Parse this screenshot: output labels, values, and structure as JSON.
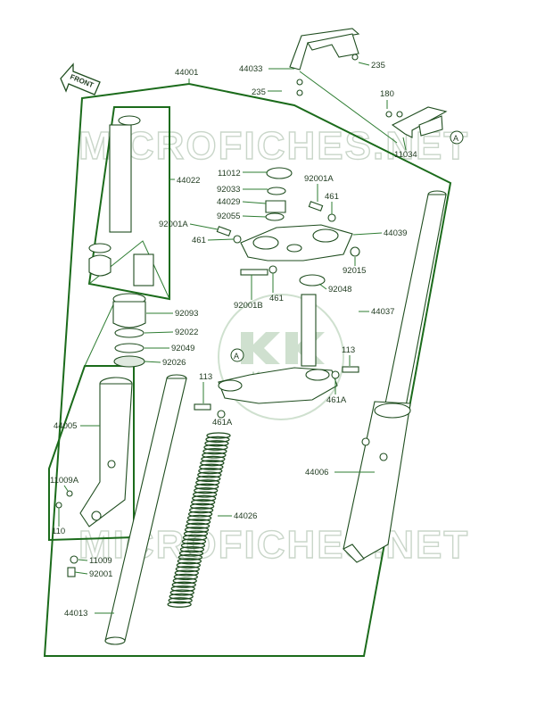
{
  "watermark": "MICROFICHES.NET",
  "front_label": "FRONT",
  "logo_text": "Kawasaki",
  "ref_marker": "A",
  "colors": {
    "line": "#1b6b1b",
    "leader": "#2e7d32",
    "part": "#1f4d1f",
    "text": "#1f3a1f"
  },
  "callouts": [
    {
      "id": "44001",
      "text": "44001"
    },
    {
      "id": "44033",
      "text": "44033"
    },
    {
      "id": "235a",
      "text": "235"
    },
    {
      "id": "235b",
      "text": "235"
    },
    {
      "id": "180",
      "text": "180"
    },
    {
      "id": "11034",
      "text": "11034"
    },
    {
      "id": "44022",
      "text": "44022"
    },
    {
      "id": "11012",
      "text": "11012"
    },
    {
      "id": "92001A_1",
      "text": "92001A"
    },
    {
      "id": "92033",
      "text": "92033"
    },
    {
      "id": "44029",
      "text": "44029"
    },
    {
      "id": "461_1",
      "text": "461"
    },
    {
      "id": "92001A_2",
      "text": "92001A"
    },
    {
      "id": "92055",
      "text": "92055"
    },
    {
      "id": "44039",
      "text": "44039"
    },
    {
      "id": "461_2",
      "text": "461"
    },
    {
      "id": "92015",
      "text": "92015"
    },
    {
      "id": "92048",
      "text": "92048"
    },
    {
      "id": "461_3",
      "text": "461"
    },
    {
      "id": "92001B",
      "text": "92001B"
    },
    {
      "id": "44037",
      "text": "44037"
    },
    {
      "id": "92093",
      "text": "92093"
    },
    {
      "id": "92022",
      "text": "92022"
    },
    {
      "id": "92049",
      "text": "92049"
    },
    {
      "id": "92026",
      "text": "92026"
    },
    {
      "id": "113_1",
      "text": "113"
    },
    {
      "id": "113_2",
      "text": "113"
    },
    {
      "id": "461A_1",
      "text": "461A"
    },
    {
      "id": "461A_2",
      "text": "461A"
    },
    {
      "id": "44005",
      "text": "44005"
    },
    {
      "id": "44006",
      "text": "44006"
    },
    {
      "id": "11009A",
      "text": "11009A"
    },
    {
      "id": "110",
      "text": "110"
    },
    {
      "id": "44026",
      "text": "44026"
    },
    {
      "id": "11009",
      "text": "11009"
    },
    {
      "id": "92001",
      "text": "92001"
    },
    {
      "id": "44013",
      "text": "44013"
    }
  ]
}
